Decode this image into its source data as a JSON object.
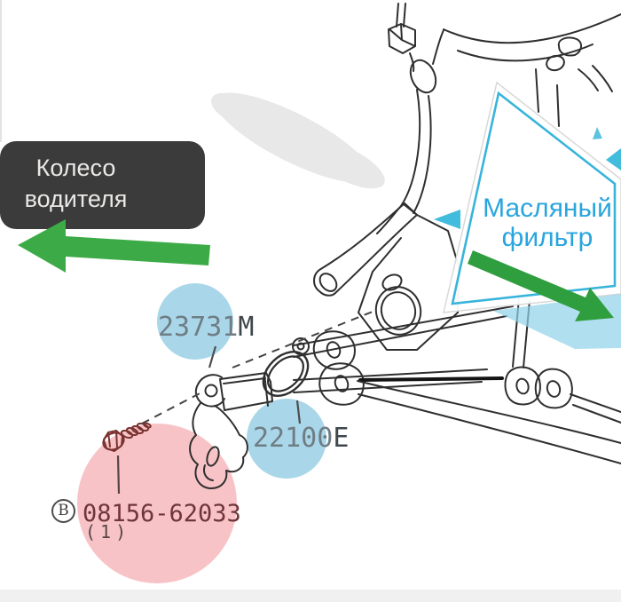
{
  "figure": {
    "left_callout": {
      "line1": "Колесо",
      "line2": "водителя"
    },
    "right_callout": {
      "line1": "Масляный",
      "line2": "фильтр"
    },
    "part_labels": {
      "sensor": {
        "number": "23731",
        "suffix": "M"
      },
      "oring": {
        "number": "22100",
        "suffix": "E"
      },
      "bolt": {
        "prefix": "B",
        "number": "08156-62033",
        "qty": "(1)"
      }
    },
    "colors": {
      "highlight_blue": "#a9d7e9",
      "highlight_pink": "#f8c3c6",
      "accent_cyan": "#38b4da",
      "callout_text_cyan": "#29a5de",
      "arrow_green_left": "#3cab47",
      "arrow_green_right": "#2f9e3e",
      "label_bg_dark": "#3b3b3b",
      "line_art": "#2f2f2f",
      "bolt_maroon": "#7a3331"
    }
  }
}
